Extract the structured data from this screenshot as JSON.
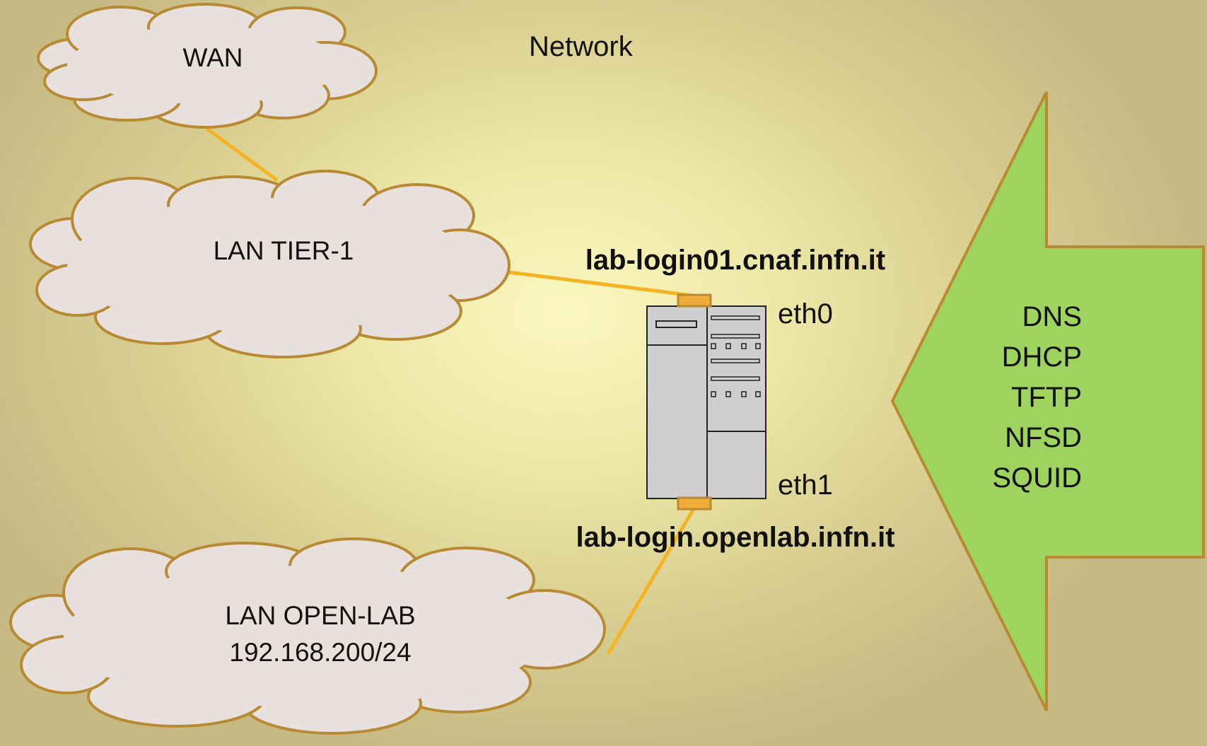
{
  "title": "Network",
  "clouds": {
    "wan": {
      "line1": "WAN"
    },
    "tier1": {
      "line1": "LAN TIER-1"
    },
    "openlab": {
      "line1": "LAN OPEN-LAB",
      "line2": "192.168.200/24"
    }
  },
  "server": {
    "hostname_top": "lab-login01.cnaf.infn.it",
    "hostname_bottom": "lab-login.openlab.infn.it",
    "iface_top": "eth0",
    "iface_bottom": "eth1"
  },
  "services": [
    "DNS",
    "DHCP",
    "TFTP",
    "NFSD",
    "SQUID"
  ],
  "colors": {
    "cloud_fill": "#e8e0dc",
    "cloud_stroke": "#b88a34",
    "link": "#f5b324",
    "arrow_fill": "#9fd35f",
    "server_fill": "#cfcfcf",
    "port_fill": "#f0ac36"
  }
}
